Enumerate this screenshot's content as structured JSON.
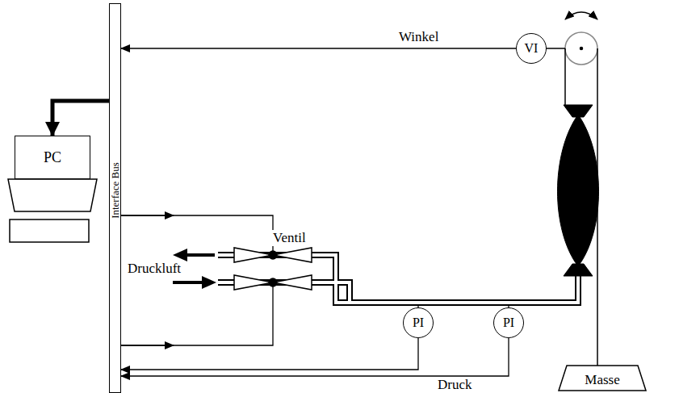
{
  "diagram": {
    "nodes": [
      {
        "text": [
          "Interface Bus"
        ]
      },
      {
        "text": [
          "PC"
        ]
      },
      {
        "text": [
          "VI"
        ]
      },
      {
        "text": [
          "PI"
        ]
      },
      {
        "text": [
          "PI"
        ]
      },
      {
        "text": [
          "Masse"
        ]
      }
    ],
    "edges": [
      {
        "from": 0,
        "to": 1,
        "arrow": "to"
      },
      {
        "from": 2,
        "to": 0,
        "label": "Winkel",
        "arrow": "to"
      },
      {
        "from": 3,
        "to": 0,
        "arrow": "to"
      },
      {
        "from": 4,
        "to": 0,
        "label": "Druck",
        "arrow": "to"
      }
    ],
    "labels": [
      "Ventil",
      "Druckluft"
    ]
  }
}
